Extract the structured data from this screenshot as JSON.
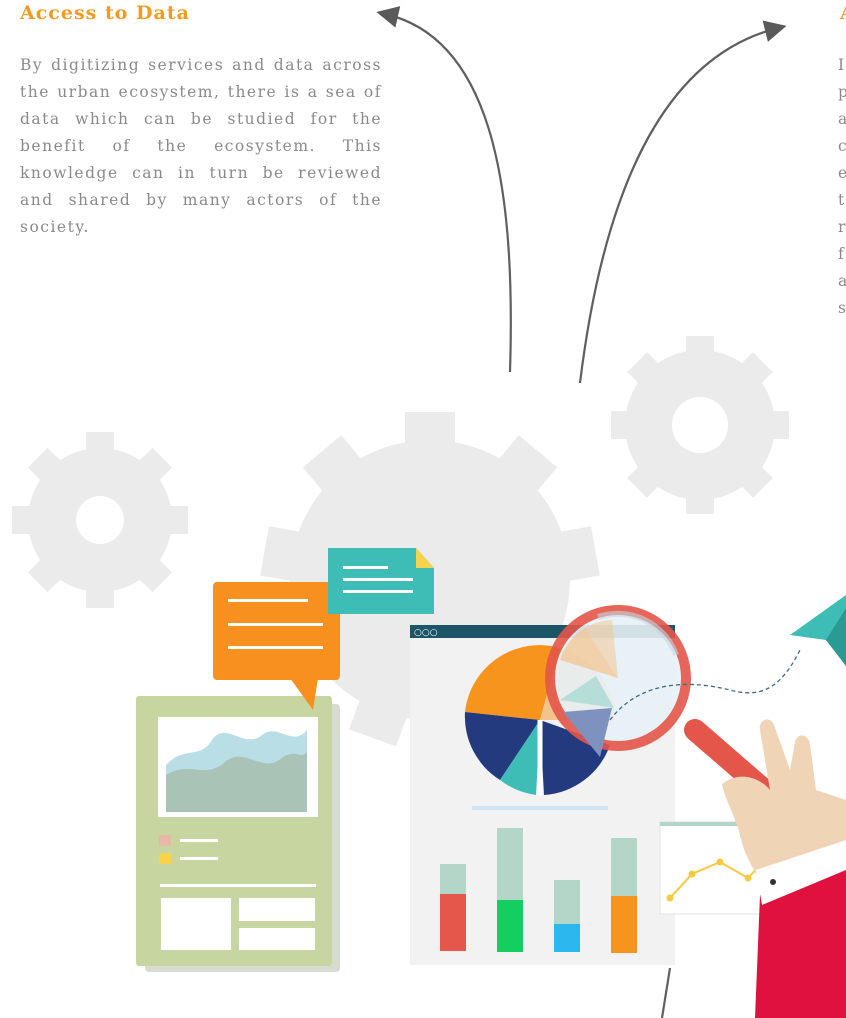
{
  "section": {
    "title": "Access to Data",
    "body": "By digitizing services and data across the urban ecosystem, there is a sea of data which can be studied for the benefit of the ecosystem. This knowledge can in turn be reviewed and shared by many actors of the society."
  },
  "clipped_section": {
    "title_initial": "A",
    "line_initials": [
      "I",
      "p",
      "a",
      "c",
      "e",
      "t",
      "r",
      "f",
      "a",
      "s"
    ]
  },
  "browser_dots": "○○○",
  "colors": {
    "accent_orange": "#f29b1d",
    "teal": "#3dbdb6",
    "navy": "#233a7e",
    "magnifier_red": "#e4564a",
    "gear_gray": "#ebebeb",
    "document_green": "#c7d6a0",
    "sleeve_red": "#e0103f"
  }
}
